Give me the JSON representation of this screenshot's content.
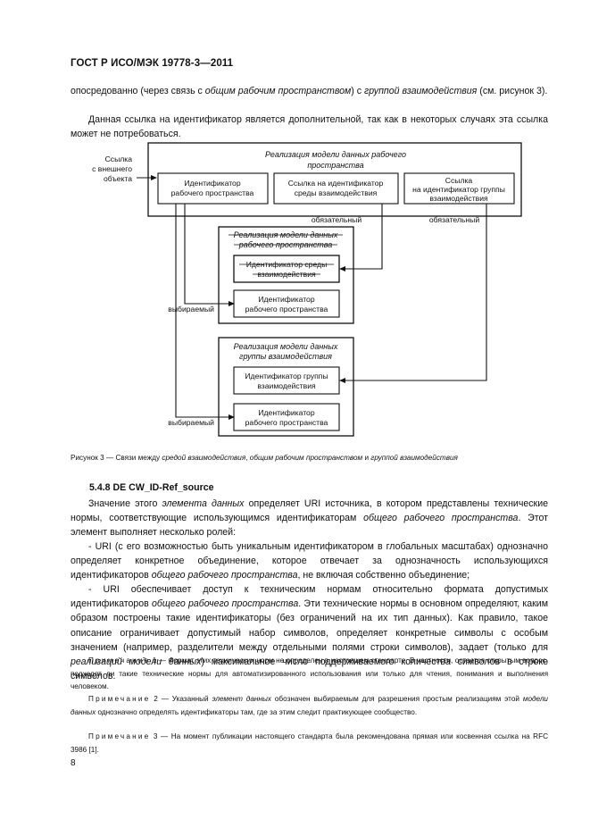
{
  "header": {
    "standard": "ГОСТ Р ИСО/МЭК 19778-3—2011"
  },
  "intro": {
    "p1_a": "опосредованно (через связь с ",
    "p1_i1": "общим рабочим пространством",
    "p1_b": ") с ",
    "p1_i2": "группой взаимодействия",
    "p1_c": " (см. рисунок 3).",
    "p2": "Данная ссылка на идентификатор является дополнительной, так как в некоторых случаях эта ссылка может не потребоваться."
  },
  "diagram": {
    "external_ref_label": [
      "Ссылка",
      "с внешнего",
      "объекта"
    ],
    "top_box": {
      "title": [
        "Реализация модели данных рабочего",
        "пространства"
      ],
      "cells": [
        [
          "Идентификатор",
          "рабочего пространства"
        ],
        [
          "Ссылка на идентификатор",
          "среды взаимодействия"
        ],
        [
          "Ссылка",
          "на идентификатор группы",
          "взаимодействия"
        ]
      ],
      "required_label_1": "обязательный",
      "required_label_2": "обязательный"
    },
    "middle_box": {
      "title": [
        "Реализация модели данных",
        "рабочего пространства"
      ],
      "cells": [
        [
          "Идентификатор среды",
          "взаимодействия"
        ],
        [
          "Идентификатор",
          "рабочего пространства"
        ]
      ],
      "selectable_label": "выбираемый"
    },
    "bottom_box": {
      "title": [
        "Реализация модели данных",
        "группы взаимодействия"
      ],
      "cells": [
        [
          "Идентификатор группы",
          "взаимодействия"
        ],
        [
          "Идентификатор",
          "рабочего пространства"
        ]
      ],
      "selectable_label": "выбираемый"
    }
  },
  "caption": {
    "prefix": "Рисунок  3 — Связи между ",
    "i1": "средой взаимодействия",
    "mid": ", ",
    "i2": "общим рабочим пространством",
    "and": " и ",
    "i3": "группой взаимодействия"
  },
  "section": {
    "title": "5.4.8  DE CW_ID-Ref_source"
  },
  "body": {
    "p1_a": "Значение этого ",
    "p1_i1": "элемента данных",
    "p1_b": " определяет URI источника, в котором представлены технические нормы, соответствующие использующимся идентификаторам ",
    "p1_i2": "общего рабочего пространства",
    "p1_c": ". Этот элемент выполняет несколько ролей:",
    "b1": "- URI (с его возможностью быть уникальным идентификатором в глобальных масштабах) однозначно определяет конкретное объединение, которое отвечает за однозначность использующихся идентификаторов ",
    "b1_i": "общего рабочего пространства",
    "b1_c": ", не включая собственно объединение;",
    "b2": "- URI обеспечивает доступ к техническим нормам относительно формата допустимых идентификаторов ",
    "b2_i1": "общего рабочего пространства",
    "b2_b": ". Эти технические нормы в основном определяют, каким образом построены такие идентификаторы (без ограничений на их тип данных). Как правило, такое описание ограничивает допустимый набор символов, определяет конкретные символы с особым значением (например, разделители между отдельными полями строки символов), задает (только для ",
    "b2_i2": "реализаций модели данных",
    "b2_c": ") максимальное число поддерживаемого количества символов в строке символов."
  },
  "notes": [
    {
      "label": "Примечание",
      "text": " 1 — Формат этих технических норм не определен в настоящем стандарте. В частности, остается открытым вопрос, подходят ли такие технические нормы для автоматизированного использования или только для чтения, понимания и выполнения человеком."
    },
    {
      "label": "Примечание",
      "text_a": " 2 — Указанный ",
      "i1": "элемент данных",
      "text_b": " обозначен выбираемым для разрешения простым реализациям этой ",
      "i2": "модели данных",
      "text_c": " однозначно определять идентификаторы там, где за этим следит практикующее сообщество."
    },
    {
      "label": "Примечание",
      "text": " 3 — На момент публикации настоящего стандарта была рекомендована прямая или косвенная ссылка на RFC 3986 [1]."
    }
  ],
  "page_number": "8"
}
